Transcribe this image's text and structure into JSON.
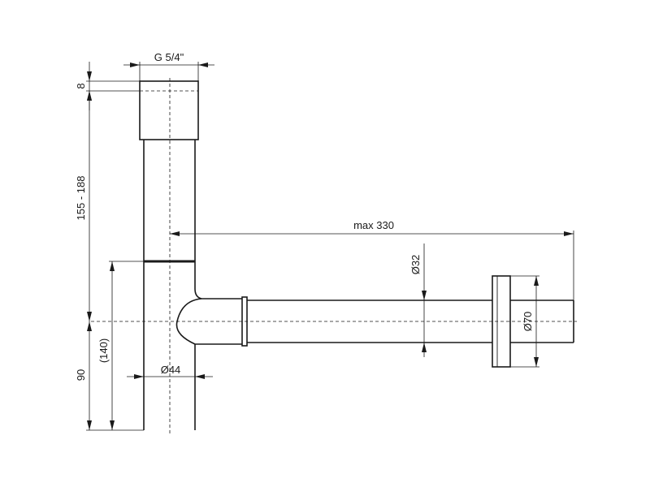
{
  "drawing": {
    "stroke_color": "#1a1a1a",
    "background": "#ffffff",
    "dimensions": {
      "top_thread": "G 5/4\"",
      "top_height": "8",
      "adjust_height": "155 - 188",
      "lower_height": "90",
      "ref_height": "(140)",
      "body_diameter": "Ø44",
      "max_length": "max 330",
      "pipe_diameter": "Ø32",
      "rosette_diameter": "Ø70"
    }
  }
}
